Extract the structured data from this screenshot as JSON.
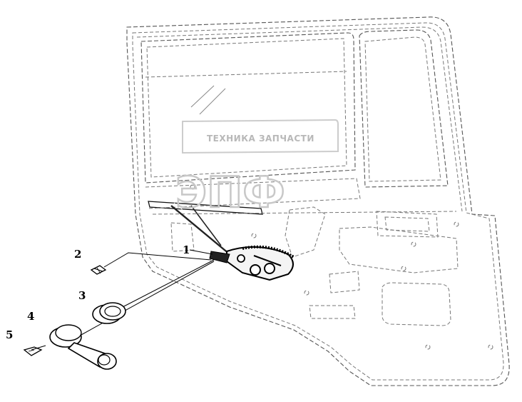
{
  "watermark": {
    "text": "ТЕХНИКА  ЗАПЧАСТИ",
    "logo": "ЭПФ"
  },
  "callouts": [
    {
      "id": "1",
      "label": "1"
    },
    {
      "id": "2",
      "label": "2"
    },
    {
      "id": "3",
      "label": "3"
    },
    {
      "id": "4",
      "label": "4"
    },
    {
      "id": "5",
      "label": "5"
    }
  ],
  "colors": {
    "line": "#111111",
    "hidden_line": "#555555",
    "watermark": "#c0c0c0"
  }
}
